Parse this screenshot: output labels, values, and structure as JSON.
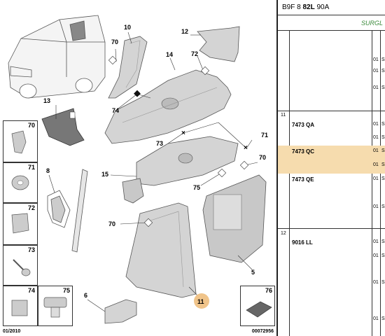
{
  "catalog": {
    "ref_prefix": "B9F 8",
    "ref_bold": "82L",
    "ref_suffix": "90A",
    "section_label": "SURGL",
    "date": "01/2010",
    "illustration_no": "00072956"
  },
  "callouts": [
    "70",
    "10",
    "12",
    "14",
    "72",
    "13",
    "74",
    "8",
    "73",
    "71",
    "15",
    "75",
    "70",
    "6",
    "11",
    "76",
    "5",
    "70",
    "71",
    "72",
    "73",
    "74",
    "75"
  ],
  "legend": [
    {
      "num": "70"
    },
    {
      "num": "71"
    },
    {
      "num": "72"
    },
    {
      "num": "73"
    },
    {
      "num": "74"
    },
    {
      "num": "75"
    },
    {
      "num": "76"
    }
  ],
  "table": {
    "rows_top": [
      {
        "qty": "01",
        "trunc": "S"
      },
      {
        "qty": "01",
        "trunc": "S"
      },
      {
        "qty": "01",
        "trunc": "S"
      }
    ],
    "group_11": {
      "label": "11",
      "items": [
        {
          "pn": "7473 QA",
          "qty": "01",
          "trunc": "S",
          "extra_qty": "01",
          "extra_trunc": "S"
        },
        {
          "pn": "7473 QC",
          "qty": "01",
          "trunc": "S",
          "extra_qty": "01",
          "extra_trunc": "S",
          "highlighted": true
        },
        {
          "pn": "7473 QE",
          "qty": "01",
          "trunc": "S",
          "extra_qty": "01",
          "extra_trunc": "S"
        }
      ]
    },
    "group_12": {
      "label": "12",
      "items": [
        {
          "pn": "9016 LL",
          "qty": "01",
          "trunc": "S"
        }
      ],
      "extra_rows": [
        {
          "qty": "01",
          "trunc": "S"
        },
        {
          "qty": "01",
          "trunc": "S"
        },
        {
          "qty": "01",
          "trunc": "S"
        }
      ]
    }
  },
  "colors": {
    "highlight": "#f6dcae",
    "section_label": "#3a8a3a",
    "part_fill": "#d4d4d4",
    "part_stroke": "#555555"
  }
}
